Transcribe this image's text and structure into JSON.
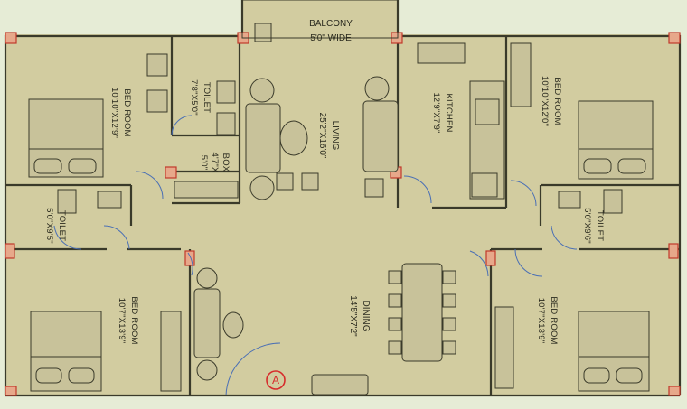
{
  "rooms": {
    "balcony": {
      "name": "BALCONY",
      "size": "5'0\" WIDE"
    },
    "living": {
      "name": "LIVING",
      "size": "25'2\"X16'0\""
    },
    "kitchen": {
      "name": "KITCHEN",
      "size": "12'9\"X7'9\""
    },
    "toilet_top": {
      "name": "TOILET",
      "size": "7'8\"X5'0\""
    },
    "box": {
      "name": "BOX",
      "size": "4'7\"X",
      "size2": "5'0\""
    },
    "bed_top_left": {
      "name": "BED ROOM",
      "size": "10'10\"X12'9\""
    },
    "bed_top_right": {
      "name": "BED ROOM",
      "size": "10'10\"X12'0\""
    },
    "toilet_left": {
      "name": "TOILET",
      "size": "5'0\"X9'5\""
    },
    "toilet_right": {
      "name": "TOILET",
      "size": "5'0\"X9'6\""
    },
    "bed_bottom_left": {
      "name": "BED ROOM",
      "size": "10'7\"X13'9\""
    },
    "bed_bottom_right": {
      "name": "BED ROOM",
      "size": "10'7\"X13'9\""
    },
    "dining": {
      "name": "DINING",
      "size": "14'5\"X7'2\""
    }
  },
  "entry_marker": "A",
  "colors": {
    "floor": "#d2cca0",
    "wall": "#3a3a2a",
    "door": "#4a6fb5",
    "column": "#c0392b",
    "entry": "#d62b2b",
    "outside": "#e6ecd6"
  }
}
